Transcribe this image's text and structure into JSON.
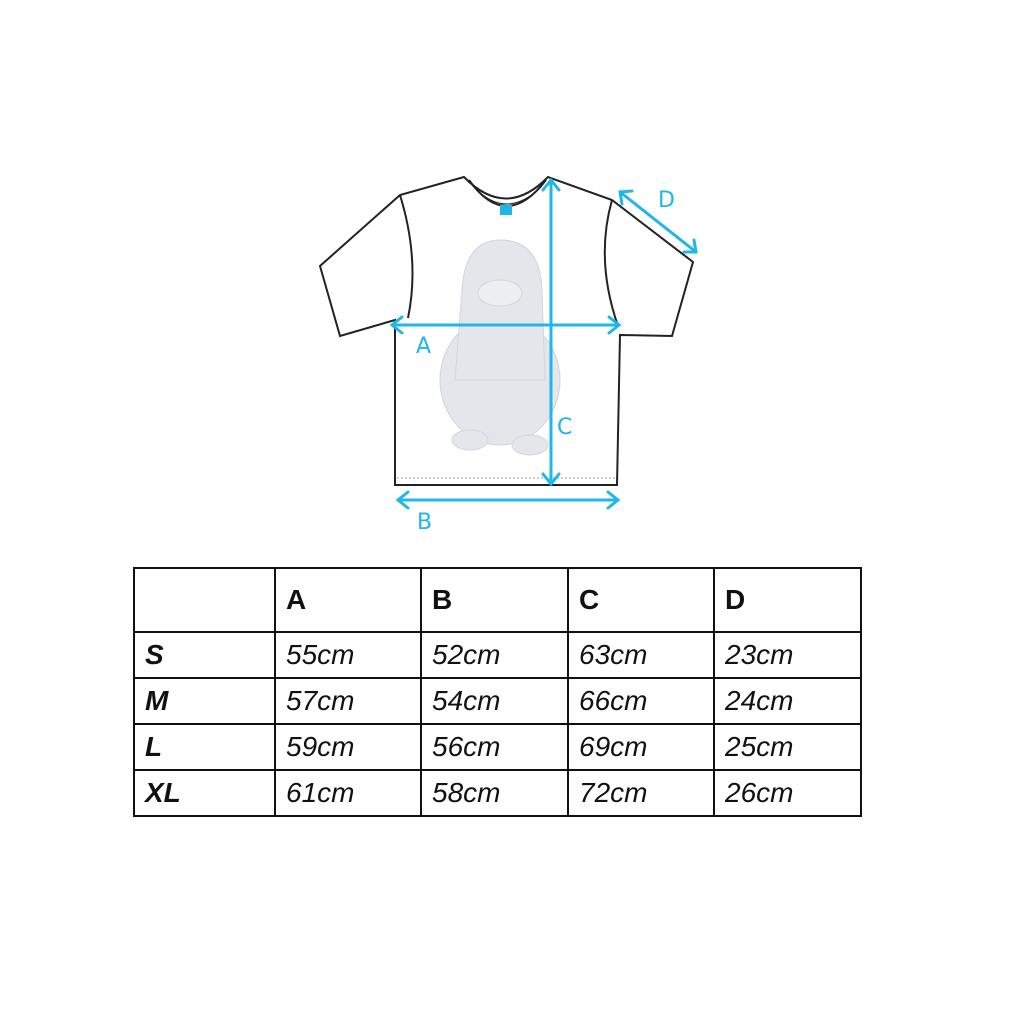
{
  "diagram": {
    "labels": {
      "a": "A",
      "b": "B",
      "c": "C",
      "d": "D"
    },
    "accent_color": "#1fb6e8"
  },
  "table": {
    "headers": [
      "",
      "A",
      "B",
      "C",
      "D"
    ],
    "rows": [
      {
        "size": "S",
        "values": [
          "55cm",
          "52cm",
          "63cm",
          "23cm"
        ]
      },
      {
        "size": "M",
        "values": [
          "57cm",
          "54cm",
          "66cm",
          "24cm"
        ]
      },
      {
        "size": "L",
        "values": [
          "59cm",
          "56cm",
          "69cm",
          "25cm"
        ]
      },
      {
        "size": "XL",
        "values": [
          "61cm",
          "58cm",
          "72cm",
          "26cm"
        ]
      }
    ]
  }
}
